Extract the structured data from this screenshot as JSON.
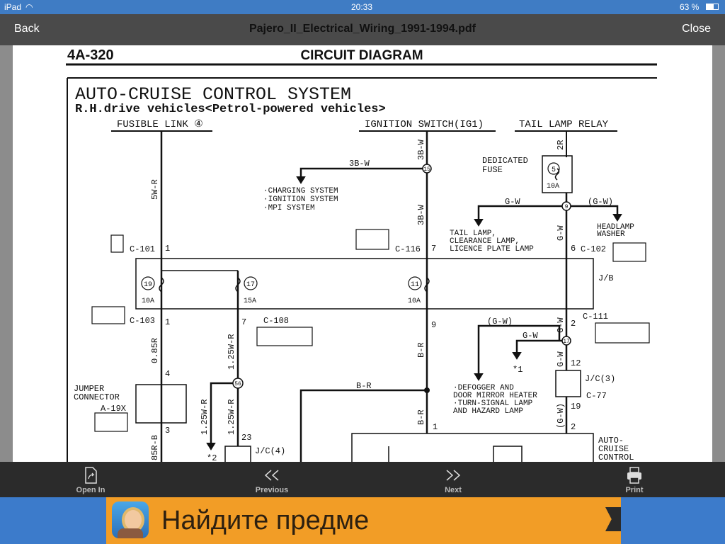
{
  "status_bar": {
    "device": "iPad",
    "time": "20:33",
    "battery": "63 %"
  },
  "nav": {
    "back": "Back",
    "title": "Pajero_II_Electrical_Wiring_1991-1994.pdf",
    "close": "Close"
  },
  "document": {
    "page_code": "4A-320",
    "heading": "CIRCUIT DIAGRAM",
    "system_title": "AUTO-CRUISE CONTROL SYSTEM",
    "subtitle": "R.H.drive vehicles<Petrol-powered vehicles>",
    "labels": {
      "fusible_link": "FUSIBLE LINK ④",
      "ignition_switch": "IGNITION SWITCH(IG1)",
      "tail_lamp_relay": "TAIL LAMP RELAY",
      "dedicated_fuse_1": "DEDICATED",
      "dedicated_fuse_2": "FUSE",
      "charging": "·CHARGING SYSTEM",
      "ignition": "·IGNITION SYSTEM",
      "mpi": "·MPI SYSTEM",
      "tail_lamp_1": "TAIL LAMP,",
      "tail_lamp_2": "CLEARANCE LAMP,",
      "tail_lamp_3": "LICENCE PLATE LAMP",
      "headlamp_1": "HEADLAMP",
      "headlamp_2": "WASHER",
      "jb": "J/B",
      "jumper_1": "JUMPER",
      "jumper_2": "CONNECTOR",
      "jumper_3": "A-19X",
      "defogger_1": "·DEFOGGER AND",
      "defogger_2": "DOOR MIRROR HEATER",
      "defogger_3": "·TURN-SIGNAL LAMP",
      "defogger_4": "AND HAZARD LAMP",
      "jc3": "J/C(3)",
      "jc4": "J/C(4)",
      "c77": "C-77",
      "auto_cruise_1": "AUTO-",
      "auto_cruise_2": "CRUISE",
      "auto_cruise_3": "CONTROL",
      "star1": "*1",
      "star2": "*2"
    },
    "connectors": {
      "c101": "C-101",
      "c103": "C-103",
      "c108": "C-108",
      "c116": "C-116",
      "c102": "C-102",
      "c111": "C-111"
    },
    "wires": {
      "w5wr": "5W-R",
      "w3bw": "3B-W",
      "w3bw_b": "3B-W",
      "w3bw_h": "3B-W",
      "w2r": "2R",
      "wgw": "G-W",
      "wgw_h": "G-W",
      "wgw_p": "(G-W)",
      "w085r": "0.85R",
      "w125wr": "1.25W-R",
      "w125wr_b": "1.25W-R",
      "w125wr_c": "1.25W-R",
      "wbr": "B-R",
      "wbr_h": "B-R",
      "wbr_b": "B-R",
      "wgw_v": "G-W",
      "wgw_v2": "G-W",
      "wgw_v3": "G-W",
      "wgw_p2": "(G-W)",
      "wgw_p3": "(G-W)",
      "w85rb": "85R-B"
    },
    "pins": {
      "p1": "1",
      "p1b": "1",
      "p4": "4",
      "p3": "3",
      "p7": "7",
      "p7b": "7",
      "p9": "9",
      "p6": "6",
      "p2": "2",
      "p12": "12",
      "p19": "19",
      "p2b": "2",
      "p1c": "1",
      "p23": "23"
    },
    "fuses": {
      "f19": "19",
      "f17": "17",
      "f11": "11",
      "f5": "5",
      "a10": "10A",
      "a15": "15A",
      "a10b": "10A",
      "a10c": "10A"
    },
    "junctions": {
      "j15": "15",
      "j9": "9",
      "j17": "17",
      "j56": "56"
    }
  },
  "toolbar": {
    "open_in": "Open In",
    "previous": "Previous",
    "next": "Next",
    "print": "Print"
  },
  "ad": {
    "text": "Найдите предме"
  }
}
